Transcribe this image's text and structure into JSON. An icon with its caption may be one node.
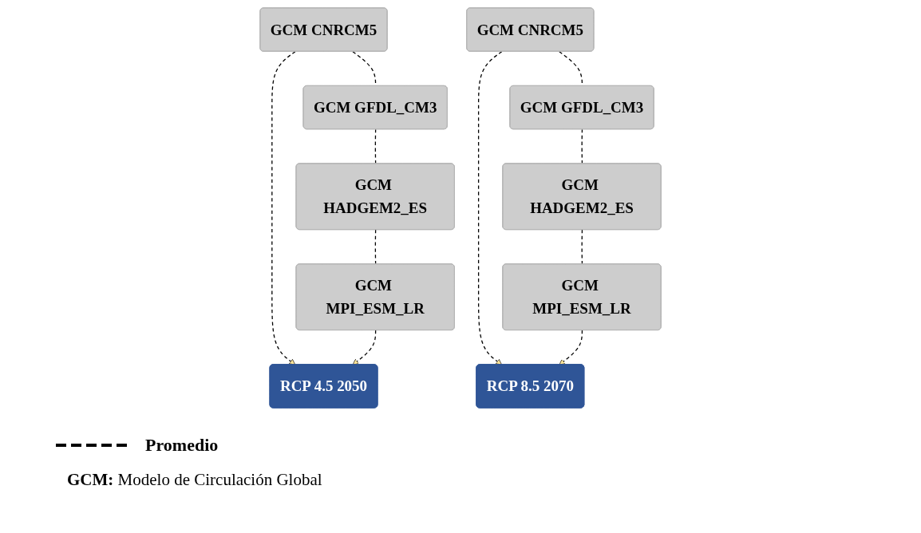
{
  "diagram": {
    "nodes": [
      {
        "text": [
          "GCM CNRCM5"
        ]
      },
      {
        "text": [
          "GCM GFDL_CM3"
        ]
      },
      {
        "text": [
          "GCM HADGEM2_ES"
        ]
      },
      {
        "text": [
          "GCM MPI_ESM_LR"
        ]
      },
      {
        "text": [
          "RCP 4.5 2050"
        ]
      },
      {
        "text": [
          "GCM CNRCM5"
        ]
      },
      {
        "text": [
          "GCM GFDL_CM3"
        ]
      },
      {
        "text": [
          "GCM HADGEM2_ES"
        ]
      },
      {
        "text": [
          "GCM MPI_ESM_LR"
        ]
      },
      {
        "text": [
          "RCP 8.5 2070"
        ]
      }
    ],
    "edges": [
      {
        "from": 0,
        "to": 1,
        "arrow": "none",
        "style": "dashed"
      },
      {
        "from": 1,
        "to": 2,
        "arrow": "none",
        "style": "dashed"
      },
      {
        "from": 2,
        "to": 3,
        "arrow": "none",
        "style": "dashed"
      },
      {
        "from": 0,
        "to": 4,
        "arrow": "to",
        "style": "dashed"
      },
      {
        "from": 3,
        "to": 4,
        "arrow": "to",
        "style": "dashed"
      },
      {
        "from": 5,
        "to": 6,
        "arrow": "none",
        "style": "dashed"
      },
      {
        "from": 6,
        "to": 7,
        "arrow": "none",
        "style": "dashed"
      },
      {
        "from": 7,
        "to": 8,
        "arrow": "none",
        "style": "dashed"
      },
      {
        "from": 5,
        "to": 9,
        "arrow": "to",
        "style": "dashed"
      },
      {
        "from": 8,
        "to": 9,
        "arrow": "to",
        "style": "dashed"
      }
    ],
    "labels": [
      "**GCM:** Modelo de Circulación Global"
    ],
    "legend": [
      {
        "text": "Promedio"
      }
    ]
  }
}
